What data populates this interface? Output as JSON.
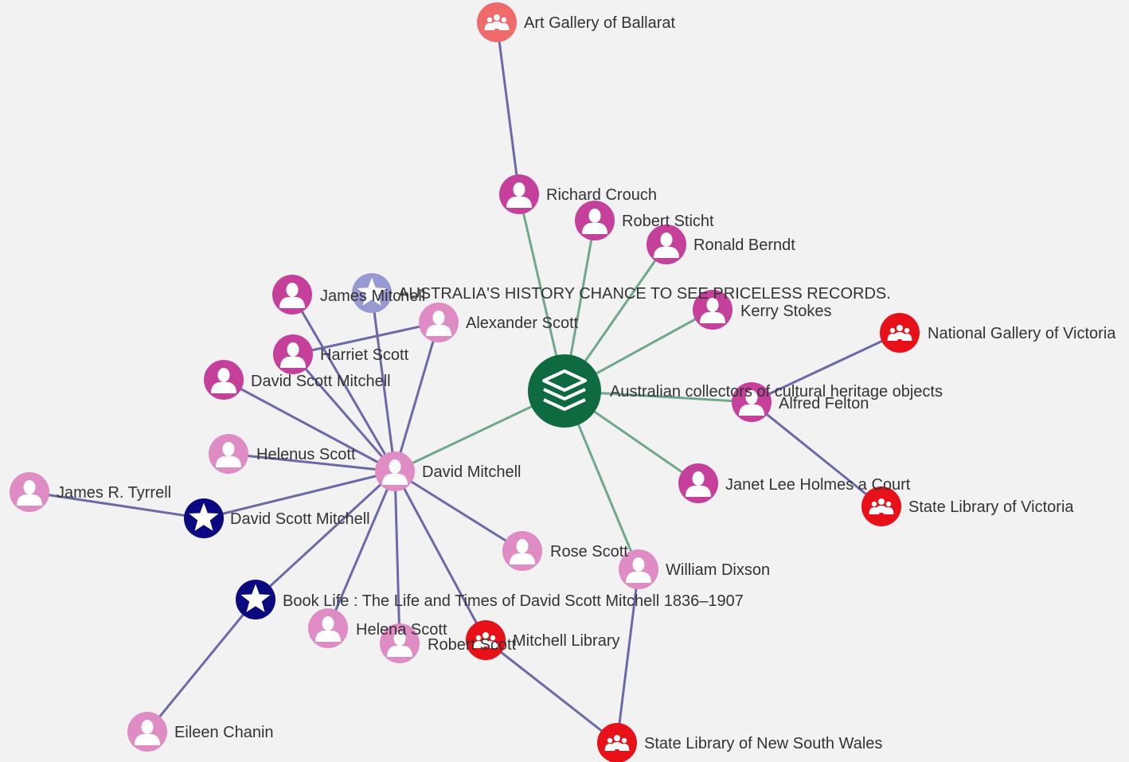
{
  "colors": {
    "background": "#f2f2f2",
    "edge_topic": "#6fa88a",
    "edge_person": "#6b69a8",
    "person_dark": "#c5409a",
    "person_light": "#de8cc3",
    "organisation": "#e8111a",
    "organisation_light": "#ef6b6b",
    "work": "#0b0980",
    "work_light": "#9898d2",
    "topic": "#0d6b3f",
    "icon_fill": "#ffffff",
    "label_text": "#333333"
  },
  "graph": {
    "nodes": [
      {
        "id": "topic-collectors",
        "label": "Australian collectors of cultural heritage objects",
        "kind": "topic",
        "icon": "layers-icon"
      },
      {
        "id": "art-gallery-ballarat",
        "label": "Art Gallery of Ballarat",
        "kind": "organisation-light",
        "icon": "group-icon"
      },
      {
        "id": "richard-crouch",
        "label": "Richard Crouch",
        "kind": "person-dark",
        "icon": "person-icon"
      },
      {
        "id": "robert-sticht",
        "label": "Robert Sticht",
        "kind": "person-dark",
        "icon": "person-icon"
      },
      {
        "id": "ronald-berndt",
        "label": "Ronald Berndt",
        "kind": "person-dark",
        "icon": "person-icon"
      },
      {
        "id": "kerry-stokes",
        "label": "Kerry Stokes",
        "kind": "person-dark",
        "icon": "person-icon"
      },
      {
        "id": "national-gallery-victoria",
        "label": "National Gallery of Victoria",
        "kind": "organisation",
        "icon": "group-icon"
      },
      {
        "id": "alfred-felton",
        "label": "Alfred Felton",
        "kind": "person-dark",
        "icon": "person-icon"
      },
      {
        "id": "janet-holmes-a-court",
        "label": "Janet Lee Holmes a Court",
        "kind": "person-dark",
        "icon": "person-icon"
      },
      {
        "id": "state-library-victoria",
        "label": "State Library of Victoria",
        "kind": "organisation",
        "icon": "group-icon"
      },
      {
        "id": "william-dixson",
        "label": "William Dixson",
        "kind": "person-light",
        "icon": "person-icon"
      },
      {
        "id": "state-library-nsw",
        "label": "State Library of New South Wales",
        "kind": "organisation",
        "icon": "group-icon"
      },
      {
        "id": "mitchell-library",
        "label": "Mitchell Library",
        "kind": "organisation",
        "icon": "group-icon"
      },
      {
        "id": "david-mitchell",
        "label": "David Mitchell",
        "kind": "person-light",
        "icon": "person-icon"
      },
      {
        "id": "newspaper-article",
        "label": "AUSTRALIA'S HISTORY CHANCE TO SEE PRICELESS RECORDS.",
        "kind": "work-light",
        "icon": "star-icon"
      },
      {
        "id": "james-mitchell",
        "label": "James Mitchell",
        "kind": "person-dark",
        "icon": "person-icon"
      },
      {
        "id": "alexander-scott",
        "label": "Alexander Scott",
        "kind": "person-light",
        "icon": "person-icon"
      },
      {
        "id": "harriet-scott",
        "label": "Harriet Scott",
        "kind": "person-dark",
        "icon": "person-icon"
      },
      {
        "id": "david-scott-mitchell-person",
        "label": "David Scott Mitchell",
        "kind": "person-dark",
        "icon": "person-icon"
      },
      {
        "id": "helenus-scott",
        "label": "Helenus Scott",
        "kind": "person-light",
        "icon": "person-icon"
      },
      {
        "id": "james-tyrrell",
        "label": "James R. Tyrrell",
        "kind": "person-light",
        "icon": "person-icon"
      },
      {
        "id": "david-scott-mitchell-work",
        "label": "David Scott Mitchell",
        "kind": "work",
        "icon": "star-icon"
      },
      {
        "id": "book-life",
        "label": "Book Life : The Life and Times of David Scott Mitchell 1836–1907",
        "kind": "work",
        "icon": "star-icon"
      },
      {
        "id": "rose-scott",
        "label": "Rose Scott",
        "kind": "person-light",
        "icon": "person-icon"
      },
      {
        "id": "helena-scott",
        "label": "Helena Scott",
        "kind": "person-light",
        "icon": "person-icon"
      },
      {
        "id": "robert-scott",
        "label": "Robert Scott",
        "kind": "person-light",
        "icon": "person-icon"
      },
      {
        "id": "eileen-chanin",
        "label": "Eileen Chanin",
        "kind": "person-light",
        "icon": "person-icon"
      }
    ],
    "edges": [
      {
        "source": "topic-collectors",
        "target": "richard-crouch",
        "kind": "topic"
      },
      {
        "source": "topic-collectors",
        "target": "robert-sticht",
        "kind": "topic"
      },
      {
        "source": "topic-collectors",
        "target": "ronald-berndt",
        "kind": "topic"
      },
      {
        "source": "topic-collectors",
        "target": "kerry-stokes",
        "kind": "topic"
      },
      {
        "source": "topic-collectors",
        "target": "alfred-felton",
        "kind": "topic"
      },
      {
        "source": "topic-collectors",
        "target": "janet-holmes-a-court",
        "kind": "topic"
      },
      {
        "source": "topic-collectors",
        "target": "william-dixson",
        "kind": "topic"
      },
      {
        "source": "topic-collectors",
        "target": "david-mitchell",
        "kind": "topic"
      },
      {
        "source": "richard-crouch",
        "target": "art-gallery-ballarat",
        "kind": "person"
      },
      {
        "source": "alfred-felton",
        "target": "national-gallery-victoria",
        "kind": "person"
      },
      {
        "source": "alfred-felton",
        "target": "state-library-victoria",
        "kind": "person"
      },
      {
        "source": "william-dixson",
        "target": "state-library-nsw",
        "kind": "person"
      },
      {
        "source": "mitchell-library",
        "target": "state-library-nsw",
        "kind": "person"
      },
      {
        "source": "david-mitchell",
        "target": "mitchell-library",
        "kind": "person"
      },
      {
        "source": "david-mitchell",
        "target": "newspaper-article",
        "kind": "person"
      },
      {
        "source": "david-mitchell",
        "target": "james-mitchell",
        "kind": "person"
      },
      {
        "source": "david-mitchell",
        "target": "alexander-scott",
        "kind": "person"
      },
      {
        "source": "david-mitchell",
        "target": "harriet-scott",
        "kind": "person"
      },
      {
        "source": "david-mitchell",
        "target": "david-scott-mitchell-person",
        "kind": "person"
      },
      {
        "source": "david-mitchell",
        "target": "helenus-scott",
        "kind": "person"
      },
      {
        "source": "david-mitchell",
        "target": "david-scott-mitchell-work",
        "kind": "person"
      },
      {
        "source": "david-mitchell",
        "target": "book-life",
        "kind": "person"
      },
      {
        "source": "david-mitchell",
        "target": "rose-scott",
        "kind": "person"
      },
      {
        "source": "david-mitchell",
        "target": "helena-scott",
        "kind": "person"
      },
      {
        "source": "david-mitchell",
        "target": "robert-scott",
        "kind": "person"
      },
      {
        "source": "alexander-scott",
        "target": "harriet-scott",
        "kind": "person"
      },
      {
        "source": "james-tyrrell",
        "target": "david-scott-mitchell-work",
        "kind": "person"
      },
      {
        "source": "book-life",
        "target": "eileen-chanin",
        "kind": "person"
      }
    ]
  }
}
